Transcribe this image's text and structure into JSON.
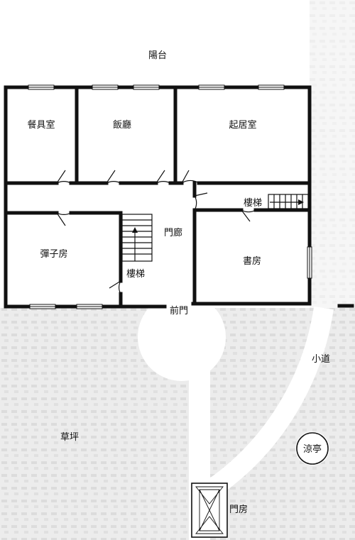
{
  "labels": {
    "balcony": "陽台",
    "tableware_room": "餐具室",
    "dining_hall": "飯廳",
    "living_room": "起居室",
    "stairs_right": "樓梯",
    "porch": "門廊",
    "billiard_room": "彈子房",
    "stairs_left": "樓梯",
    "study": "書房",
    "front_door": "前門",
    "path": "小道",
    "lawn": "草坪",
    "pavilion": "涼亭",
    "gatehouse": "門房"
  },
  "colors": {
    "background_texture": "#e5e5e5",
    "wall": "#111111",
    "path": "#ffffff"
  }
}
